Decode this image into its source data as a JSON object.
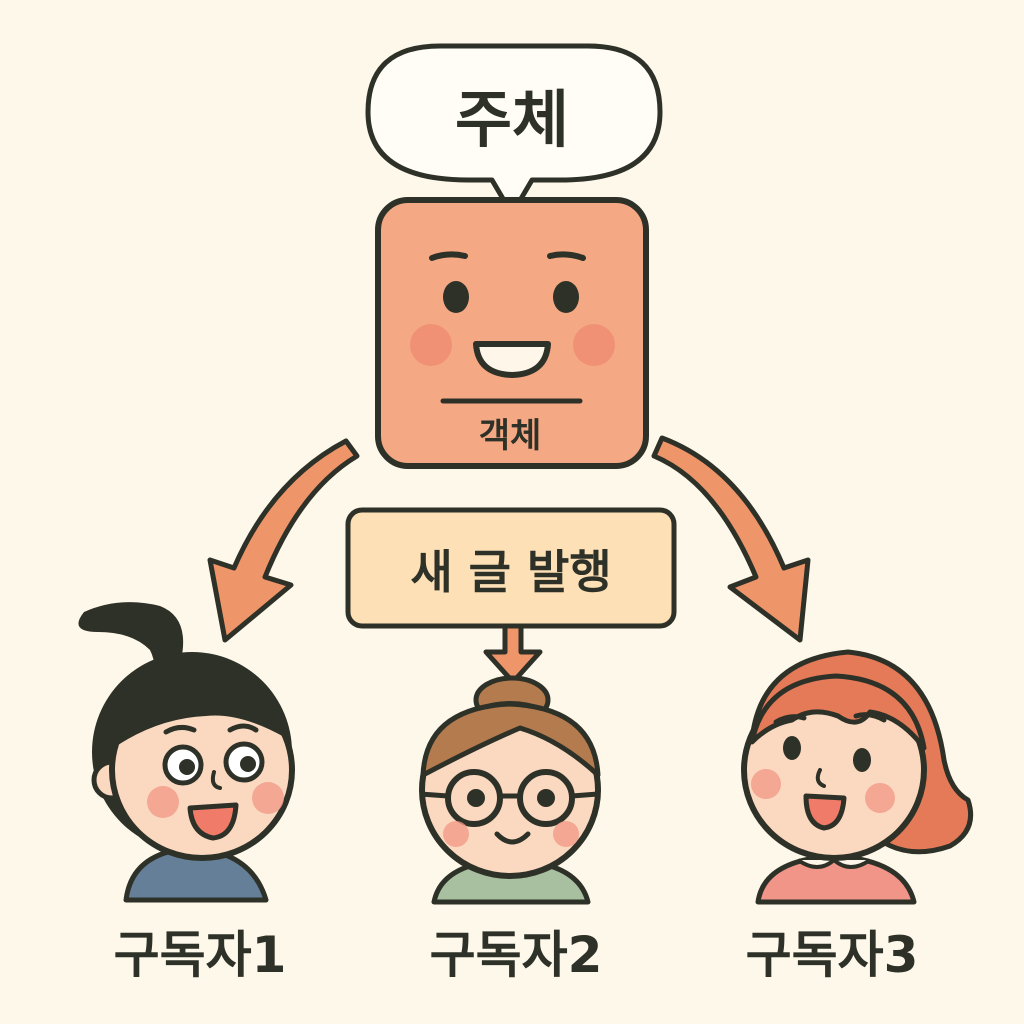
{
  "subject": {
    "bubble_label": "주체",
    "box_label": "객체"
  },
  "event": {
    "label": "새 글 발행"
  },
  "subscribers": [
    {
      "label": "구독자1"
    },
    {
      "label": "구독자2"
    },
    {
      "label": "구독자3"
    }
  ],
  "colors": {
    "background": "#fdf8ea",
    "outline": "#2e3128",
    "subject_box": "#f4a883",
    "event_box": "#fde0b6",
    "arrow": "#ee956a",
    "skin": "#fbd9c0",
    "cheek": "#f29a86",
    "shirt_1": "#647f97",
    "shirt_2": "#a8bfa0",
    "shirt_3": "#f19589",
    "hair_1": "#2e3128",
    "hair_2": "#b47b4e",
    "hair_3": "#e47a57"
  }
}
